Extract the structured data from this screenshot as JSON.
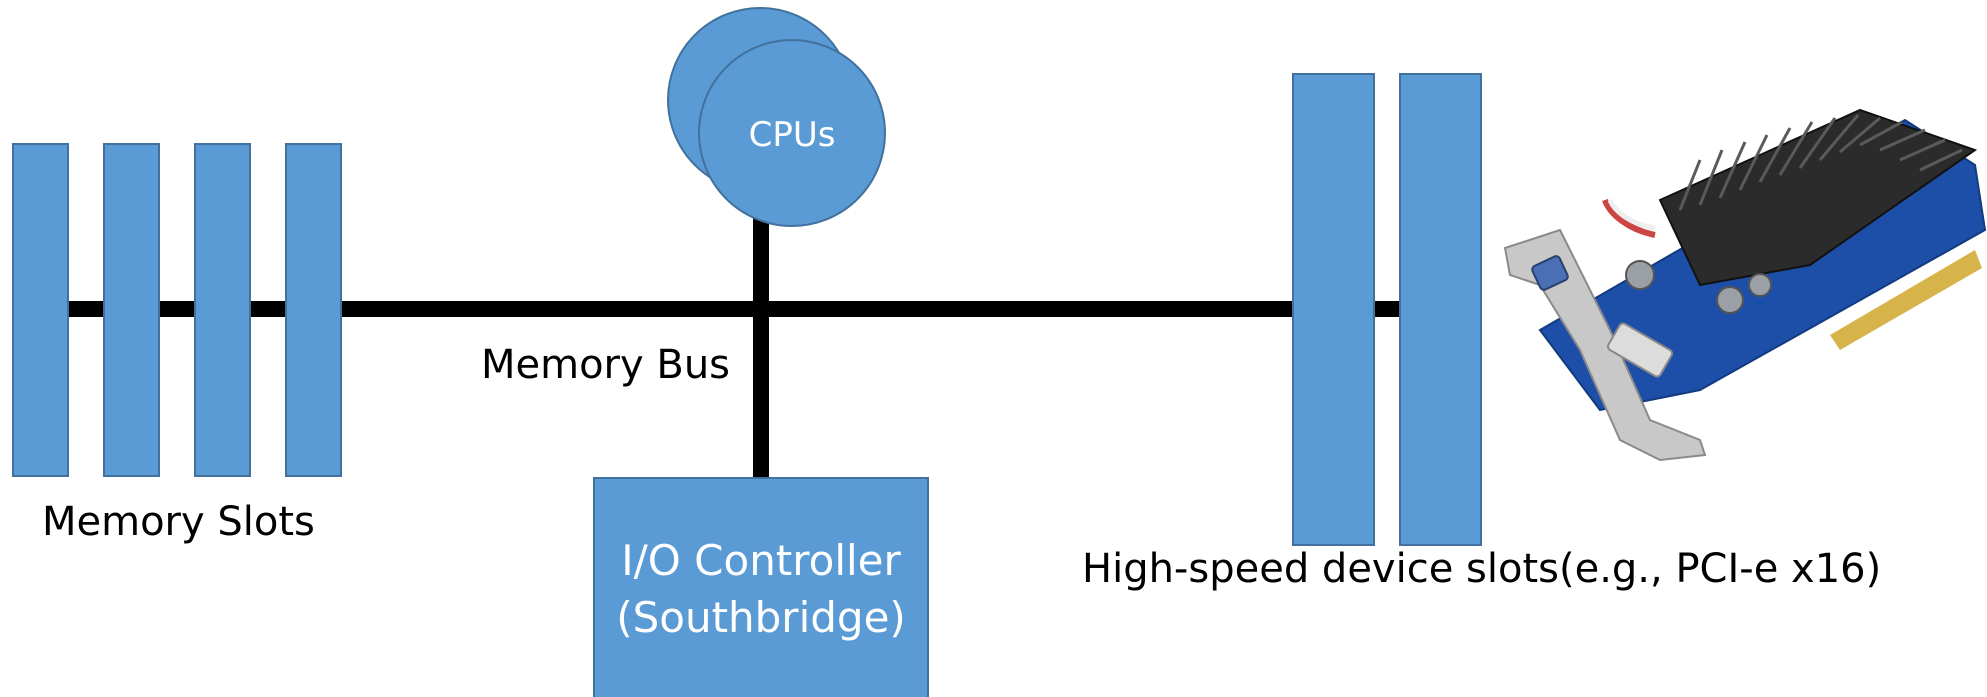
{
  "labels": {
    "cpus": "CPUs",
    "memory_bus": "Memory Bus",
    "memory_slots": "Memory Slots",
    "io_controller_line1": "I/O Controller",
    "io_controller_line2": "(Southbridge)",
    "high_speed_slots": "High-speed device slots(e.g., PCI-e x16)"
  },
  "colors": {
    "block_fill": "#5b9bd5",
    "block_stroke": "#41719c",
    "bus": "#000000",
    "text_dark": "#000000",
    "text_light": "#ffffff"
  },
  "icons": {
    "expansion_card": "graphics-card-image"
  }
}
